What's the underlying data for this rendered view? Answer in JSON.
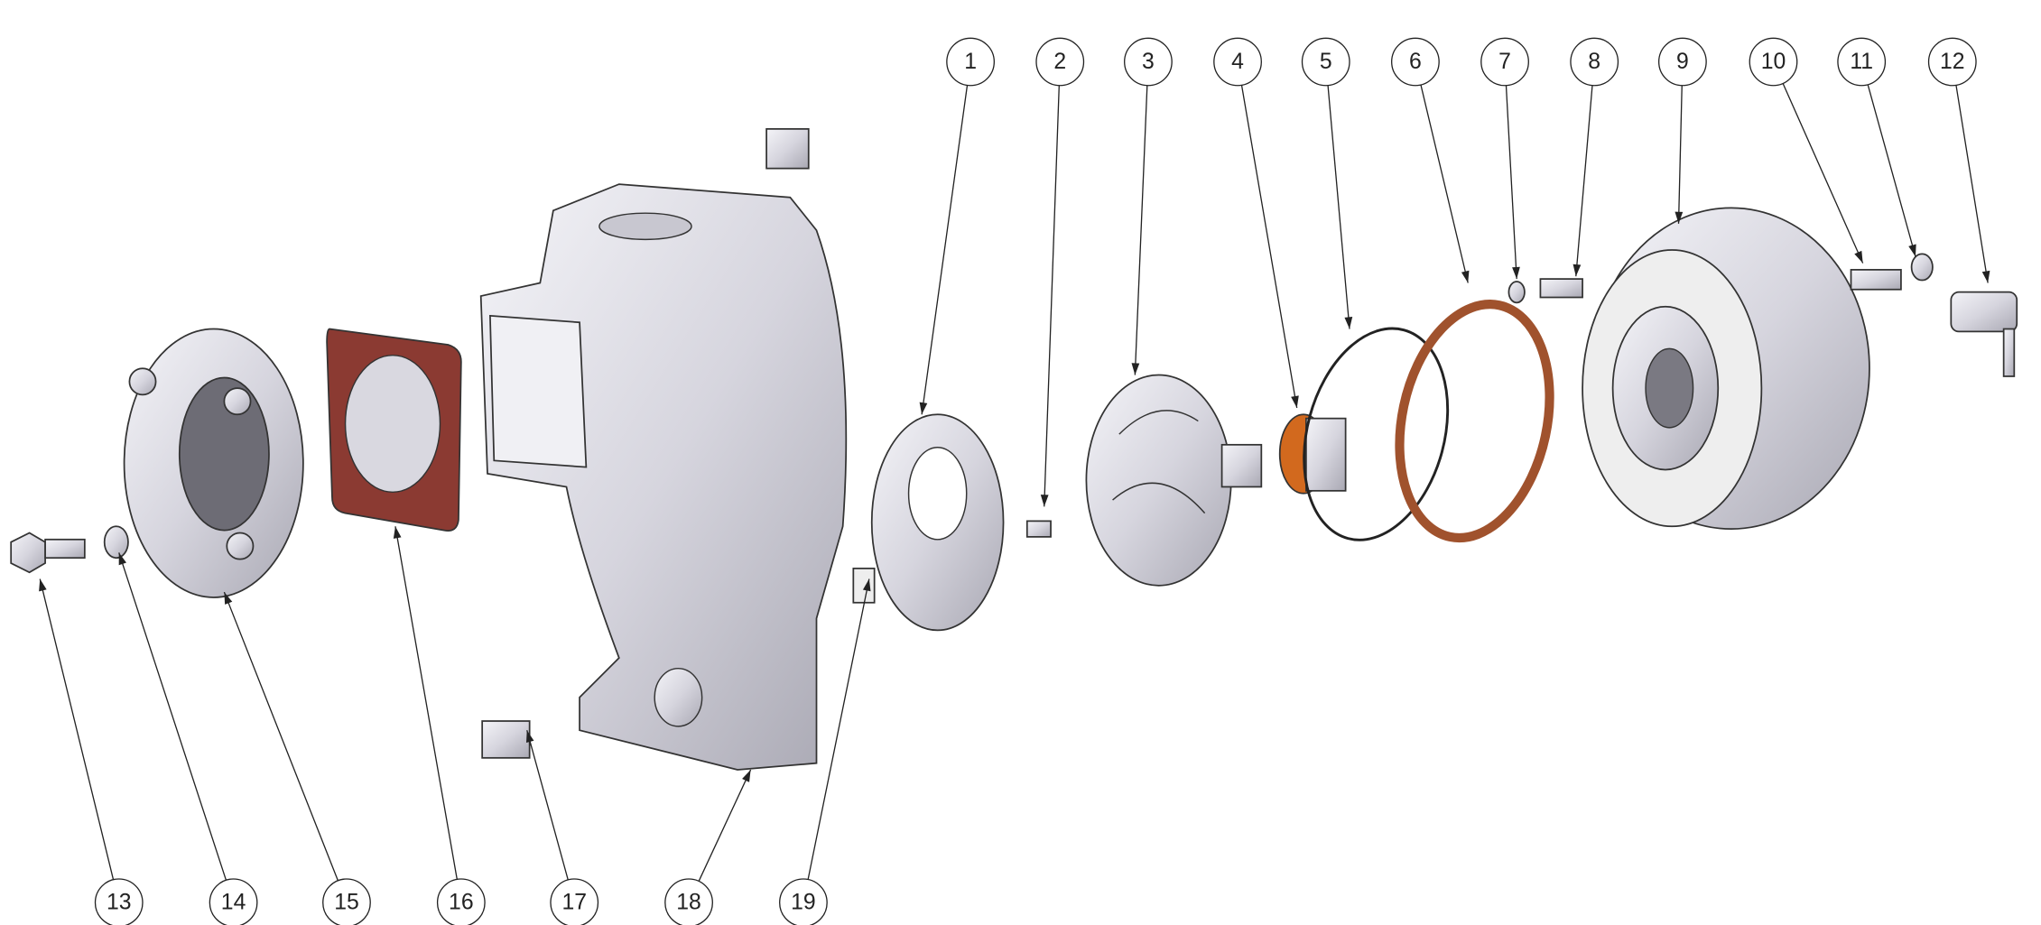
{
  "diagram": {
    "type": "exploded-assembly",
    "callouts": [
      {
        "label": "1"
      },
      {
        "label": "2"
      },
      {
        "label": "3"
      },
      {
        "label": "4"
      },
      {
        "label": "5"
      },
      {
        "label": "6"
      },
      {
        "label": "7"
      },
      {
        "label": "8"
      },
      {
        "label": "9"
      },
      {
        "label": "10"
      },
      {
        "label": "11"
      },
      {
        "label": "12"
      },
      {
        "label": "13"
      },
      {
        "label": "14"
      },
      {
        "label": "15"
      },
      {
        "label": "16"
      },
      {
        "label": "17"
      },
      {
        "label": "18"
      },
      {
        "label": "19"
      }
    ],
    "colors": {
      "metal": "#d9d8e0",
      "gasket": "#a0522d",
      "seal": "#d2691e",
      "gasket_plate": "#8b3a32"
    }
  }
}
